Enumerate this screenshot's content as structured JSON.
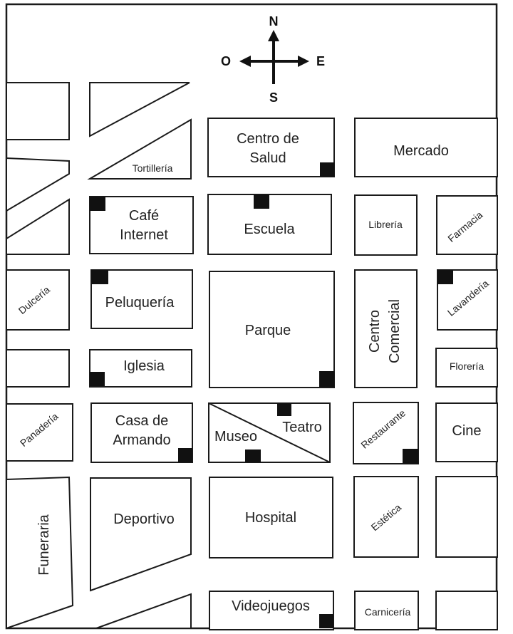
{
  "compass": {
    "north": "N",
    "south": "S",
    "east": "E",
    "west": "O"
  },
  "places": {
    "tortilleria": "Tortillería",
    "centro_de_salud_1": "Centro de",
    "centro_de_salud_2": "Salud",
    "mercado": "Mercado",
    "cafe_internet_1": "Café",
    "cafe_internet_2": "Internet",
    "escuela": "Escuela",
    "libreria": "Librería",
    "farmacia": "Farmacia",
    "dulceria": "Dulcería",
    "peluqueria": "Peluquería",
    "parque": "Parque",
    "centro_comercial_1": "Centro",
    "centro_comercial_2": "Comercial",
    "lavanderia": "Lavandería",
    "iglesia": "Iglesia",
    "floreria": "Florería",
    "panaderia": "Panadería",
    "casa_de_armando_1": "Casa de",
    "casa_de_armando_2": "Armando",
    "museo": "Museo",
    "teatro": "Teatro",
    "restaurante": "Restaurante",
    "cine": "Cine",
    "funeraria": "Funeraria",
    "deportivo": "Deportivo",
    "hospital": "Hospital",
    "estetica": "Estética",
    "videojuegos": "Videojuegos",
    "carniceria": "Carnicería"
  }
}
